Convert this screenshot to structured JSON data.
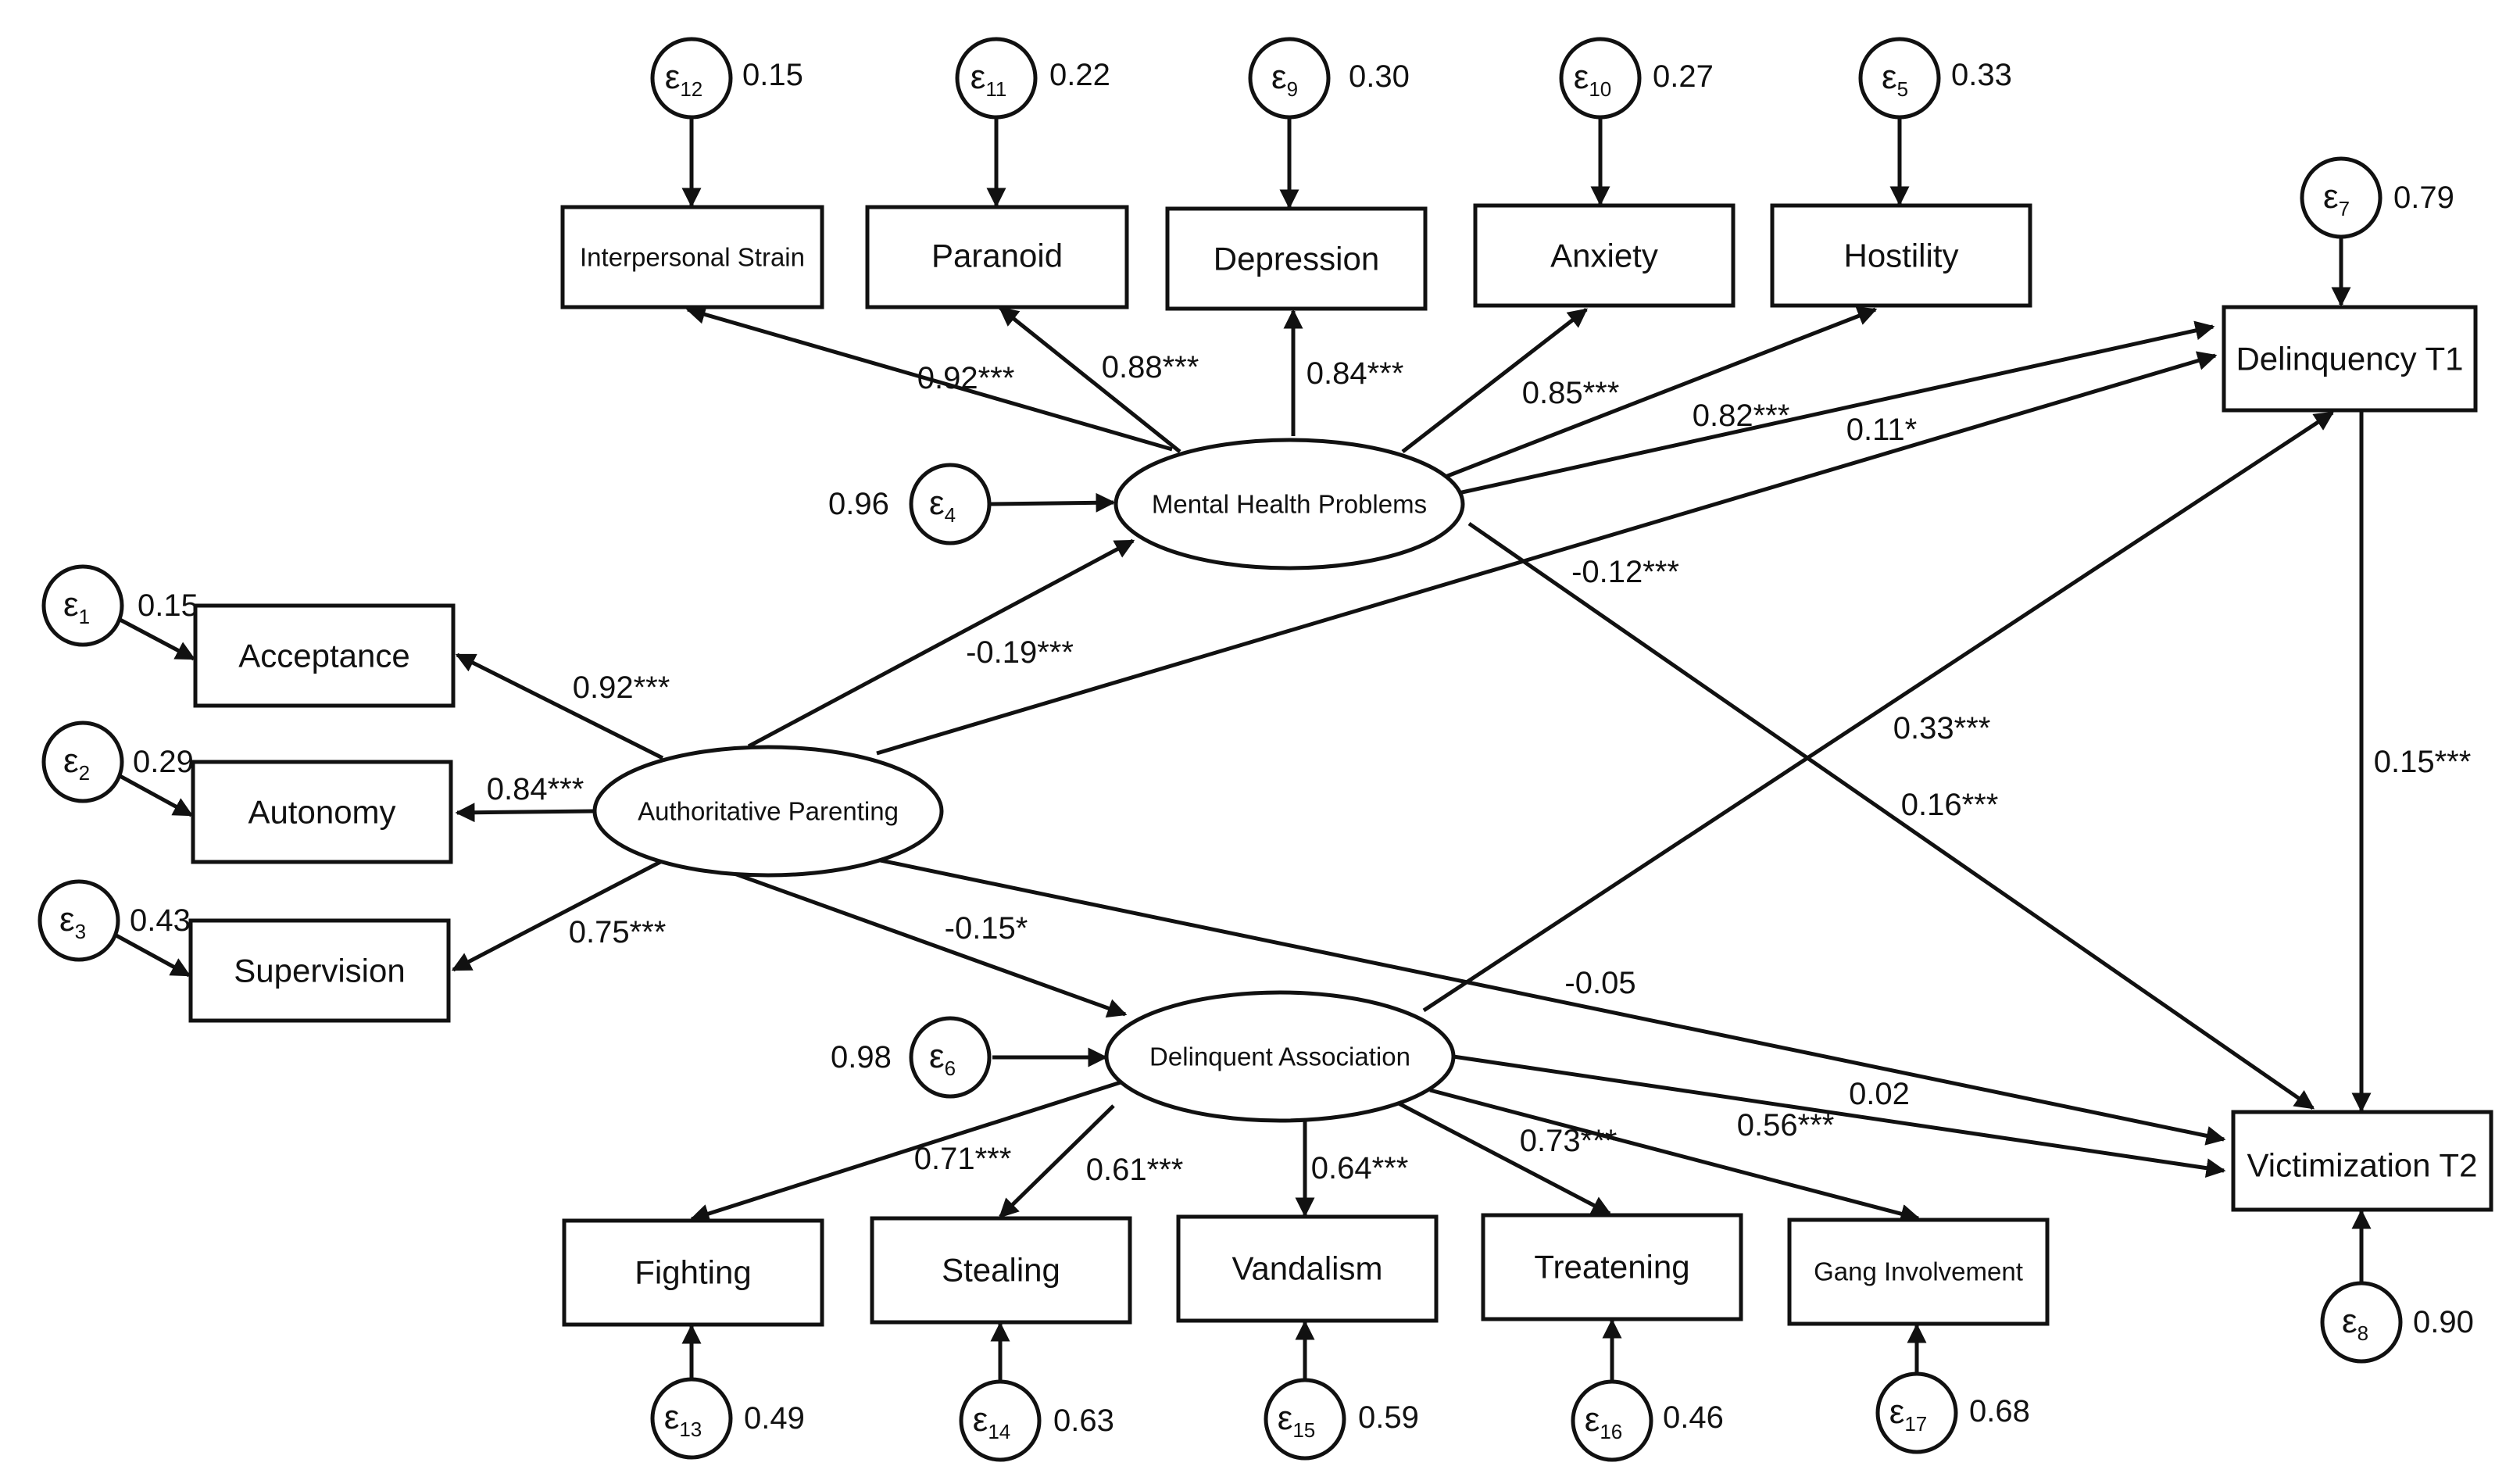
{
  "nodes": {
    "interpersonal_strain": "Interpersonal Strain",
    "paranoid": "Paranoid",
    "depression": "Depression",
    "anxiety": "Anxiety",
    "hostility": "Hostility",
    "delinquency_t1": "Delinquency T1",
    "victimization_t2": "Victimization T2",
    "acceptance": "Acceptance",
    "autonomy": "Autonomy",
    "supervision": "Supervision",
    "fighting": "Fighting",
    "stealing": "Stealing",
    "vandalism": "Vandalism",
    "treatening": "Treatening",
    "gang_involvement": "Gang Involvement",
    "mental_health_problems": "Mental Health Problems",
    "authoritative_parenting": "Authoritative Parenting",
    "delinquent_association": "Delinquent Association"
  },
  "errors": [
    {
      "id": "e12",
      "symbol": "ε",
      "sub": "12",
      "variance": "0.15"
    },
    {
      "id": "e11",
      "symbol": "ε",
      "sub": "11",
      "variance": "0.22"
    },
    {
      "id": "e9",
      "symbol": "ε",
      "sub": "9",
      "variance": "0.30"
    },
    {
      "id": "e10",
      "symbol": "ε",
      "sub": "10",
      "variance": "0.27"
    },
    {
      "id": "e5",
      "symbol": "ε",
      "sub": "5",
      "variance": "0.33"
    },
    {
      "id": "e7",
      "symbol": "ε",
      "sub": "7",
      "variance": "0.79"
    },
    {
      "id": "e4",
      "symbol": "ε",
      "sub": "4",
      "variance": "0.96"
    },
    {
      "id": "e1",
      "symbol": "ε",
      "sub": "1",
      "variance": "0.15"
    },
    {
      "id": "e2",
      "symbol": "ε",
      "sub": "2",
      "variance": "0.29"
    },
    {
      "id": "e3",
      "symbol": "ε",
      "sub": "3",
      "variance": "0.43"
    },
    {
      "id": "e6",
      "symbol": "ε",
      "sub": "6",
      "variance": "0.98"
    },
    {
      "id": "e8",
      "symbol": "ε",
      "sub": "8",
      "variance": "0.90"
    },
    {
      "id": "e13",
      "symbol": "ε",
      "sub": "13",
      "variance": "0.49"
    },
    {
      "id": "e14",
      "symbol": "ε",
      "sub": "14",
      "variance": "0.63"
    },
    {
      "id": "e15",
      "symbol": "ε",
      "sub": "15",
      "variance": "0.59"
    },
    {
      "id": "e16",
      "symbol": "ε",
      "sub": "16",
      "variance": "0.46"
    },
    {
      "id": "e17",
      "symbol": "ε",
      "sub": "17",
      "variance": "0.68"
    }
  ],
  "paths": {
    "mhp_interpersonal": "0.92***",
    "mhp_paranoid": "0.88***",
    "mhp_depression": "0.84***",
    "mhp_anxiety": "0.85***",
    "mhp_hostility": "0.82***",
    "mhp_delinquency": "0.11*",
    "mhp_victimization": "0.16***",
    "ap_mhp": "-0.19***",
    "ap_delinquency": "-0.12***",
    "ap_acceptance": "0.92***",
    "ap_autonomy": "0.84***",
    "ap_supervision": "0.75***",
    "ap_da": "-0.15*",
    "ap_victimization": "-0.05",
    "da_delinquency": "0.33***",
    "da_victimization": "0.02",
    "da_fighting": "0.71***",
    "da_stealing": "0.61***",
    "da_vandalism": "0.64***",
    "da_treatening": "0.73***",
    "da_gang": "0.56***",
    "delinquency_victimization": "0.15***"
  }
}
